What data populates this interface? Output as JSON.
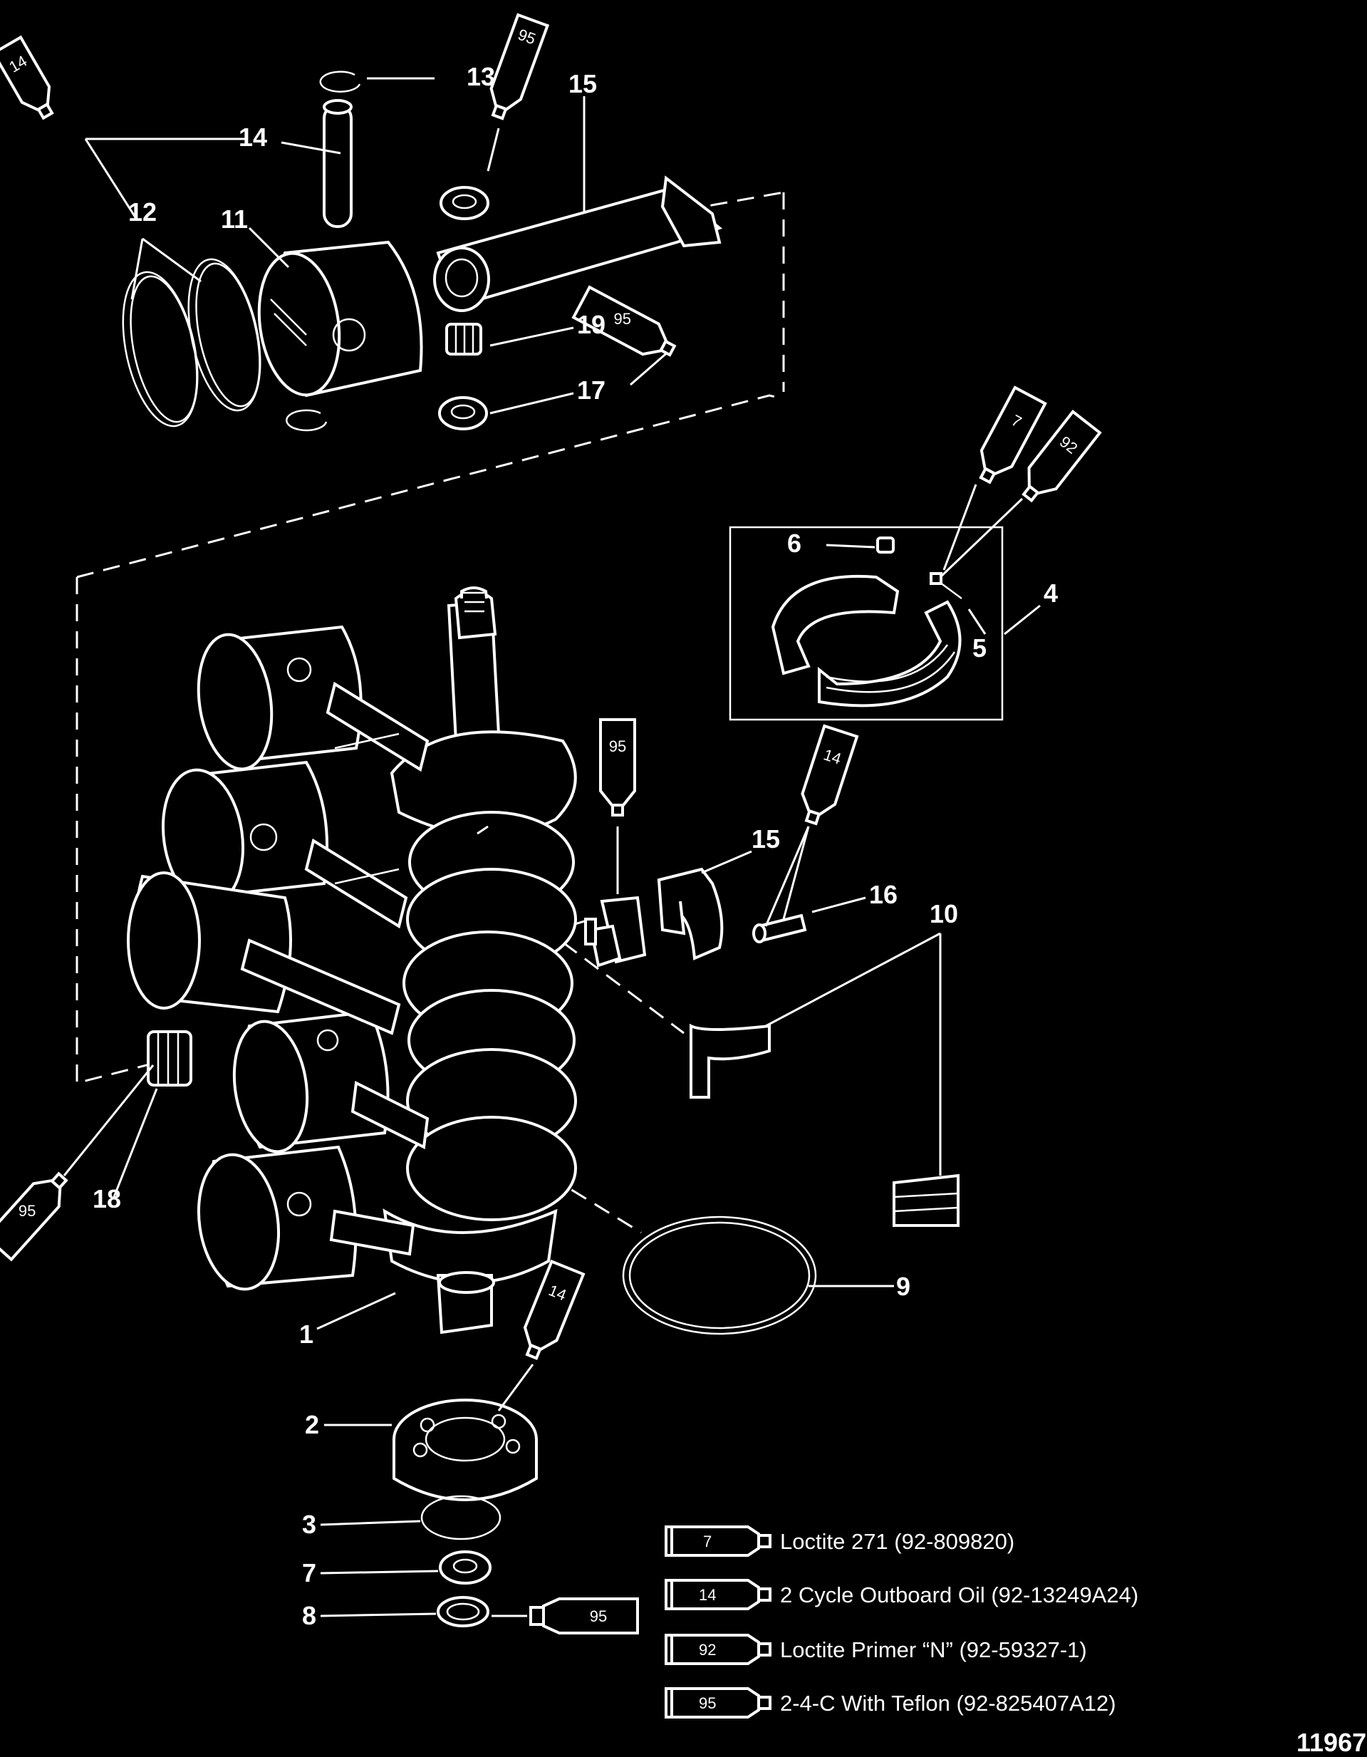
{
  "figure_number": "11967",
  "callouts": {
    "c1": "1",
    "c2": "2",
    "c3": "3",
    "c4": "4",
    "c5": "5",
    "c6": "6",
    "c7": "7",
    "c8": "8",
    "c9": "9",
    "c10": "10",
    "c11": "11",
    "c12": "12",
    "c13": "13",
    "c14": "14",
    "c15a": "15",
    "c15b": "15",
    "c16": "16",
    "c17": "17",
    "c18": "18",
    "c19": "19"
  },
  "tubes": {
    "t14_top": "14",
    "t95_top": "95",
    "t95_rod": "95",
    "t7": "7",
    "t92": "92",
    "t95_mid": "95",
    "t14_mid": "14",
    "t95_left": "95",
    "t14_bearing": "14",
    "t95_bottom": "95"
  },
  "legend": [
    {
      "code": "7",
      "text": "Loctite 271 (92-809820)"
    },
    {
      "code": "14",
      "text": "2 Cycle Outboard Oil (92-13249A24)"
    },
    {
      "code": "92",
      "text": "Loctite Primer “N” (92-59327-1)"
    },
    {
      "code": "95",
      "text": "2-4-C  With Teflon (92-825407A12)"
    }
  ],
  "colors": {
    "background": "#000000",
    "line": "#ffffff"
  }
}
